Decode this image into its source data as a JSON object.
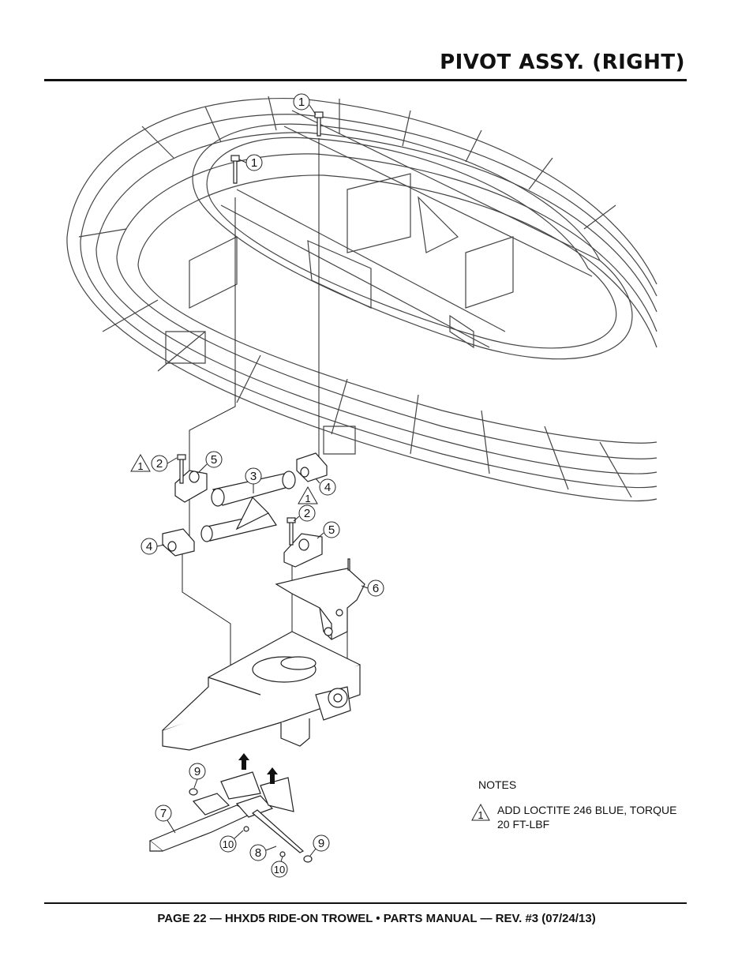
{
  "header": {
    "title": "PIVOT ASSY. (RIGHT)"
  },
  "footer": {
    "text": "PAGE 22 — HHXD5 RIDE-ON TROWEL • PARTS MANUAL — REV. #3 (07/24/13)"
  },
  "callouts": [
    "1",
    "1",
    "2",
    "5",
    "3",
    "1",
    "4",
    "1",
    "2",
    "4",
    "5",
    "6",
    "9",
    "7",
    "10",
    "8",
    "9",
    "10"
  ],
  "notes": {
    "title": "NOTES",
    "items": [
      {
        "marker": "1",
        "text": "ADD LOCTITE 246 BLUE, TORQUE 20 FT-LBF"
      }
    ]
  }
}
